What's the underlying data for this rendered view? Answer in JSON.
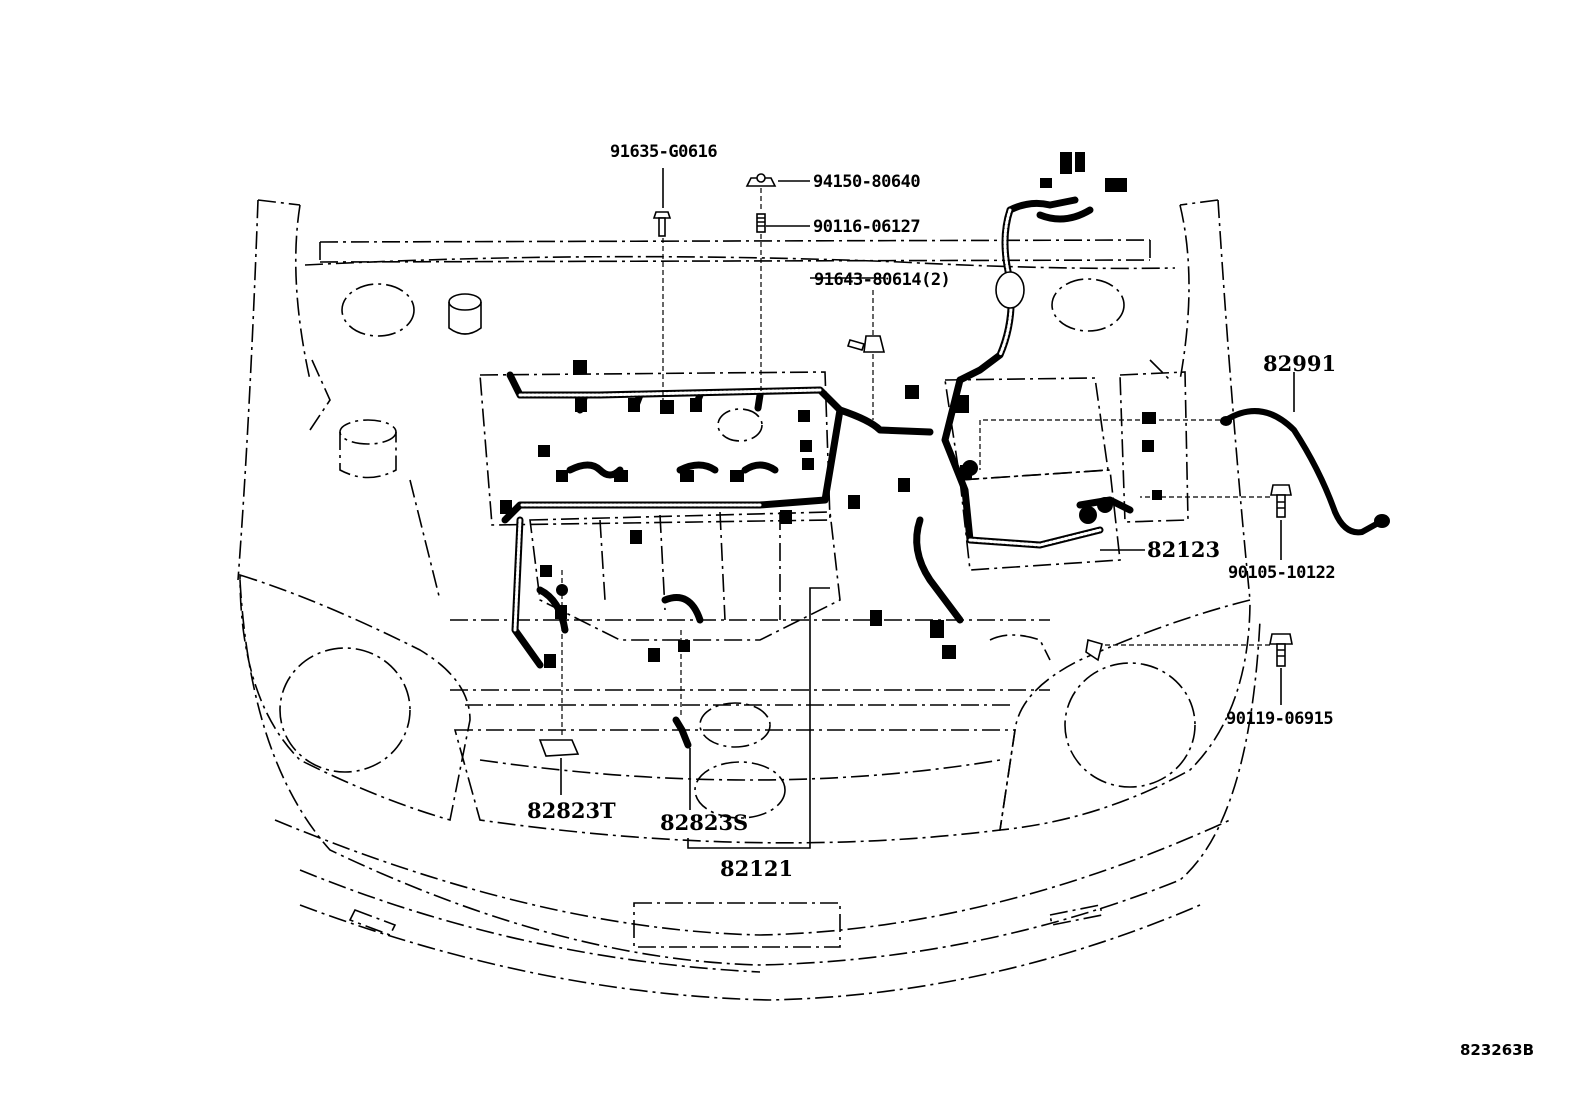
{
  "labels": {
    "p91635": "91635-G0616",
    "p94150": "94150-80640",
    "p90116": "90116-06127",
    "p91643": "91643-80614(2)",
    "p82991": "82991",
    "p82123": "82123",
    "p90105": "90105-10122",
    "p90119": "90119-06915",
    "p82823T": "82823T",
    "p82823S": "82823S",
    "p82121": "82121"
  },
  "diagram_code": "823263B"
}
